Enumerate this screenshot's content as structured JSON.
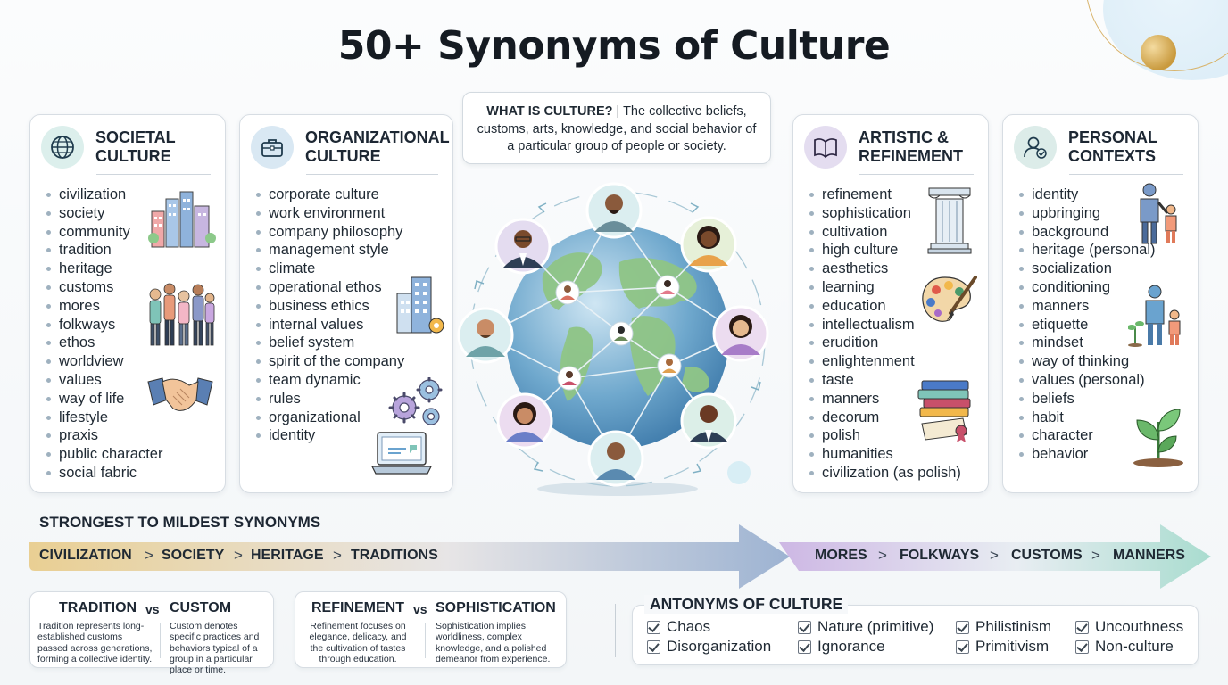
{
  "title": "50+ Synonyms of Culture",
  "what_is": {
    "label": "WHAT IS CULTURE?",
    "text": " | The collective beliefs, customs, arts, knowledge, and social behavior of a particular group of people or society."
  },
  "panels": [
    {
      "title_line1": "SOCIETAL",
      "title_line2": "CULTURE",
      "icon": "globe-icon",
      "items": [
        "civilization",
        "society",
        "community",
        "tradition",
        "heritage",
        "customs",
        "mores",
        "folkways",
        "ethos",
        "worldview",
        "values",
        "way of life",
        "lifestyle",
        "praxis",
        "public character",
        "social fabric"
      ]
    },
    {
      "title_line1": "ORGANIZATIONAL",
      "title_line2": "CULTURE",
      "icon": "briefcase-icon",
      "items": [
        "corporate culture",
        "work environment",
        "company philosophy",
        "management style",
        "climate",
        "operational ethos",
        "business ethics",
        "internal values",
        "belief system",
        "spirit of the company",
        "team dynamic",
        "rules",
        "organizational",
        "identity"
      ]
    },
    {
      "title_line1": "ARTISTIC &",
      "title_line2": "REFINEMENT",
      "icon": "book-icon",
      "items": [
        "refinement",
        "sophistication",
        "cultivation",
        "high culture",
        "aesthetics",
        "learning",
        "education",
        "intellectualism",
        "erudition",
        "enlightenment",
        "taste",
        "manners",
        "decorum",
        "polish",
        "humanities",
        "civilization (as polish)"
      ]
    },
    {
      "title_line1": "PERSONAL",
      "title_line2": "CONTEXTS",
      "icon": "person-icon",
      "items": [
        "identity",
        "upbringing",
        "background",
        "heritage (personal)",
        "socialization",
        "conditioning",
        "manners",
        "etiquette",
        "mindset",
        "way of thinking",
        "values (personal)",
        "beliefs",
        "habit",
        "character",
        "behavior"
      ]
    }
  ],
  "spectrum": {
    "label": "STRONGEST TO MILDEST SYNONYMS",
    "items": [
      "CIVILIZATION",
      "SOCIETY",
      "HERITAGE",
      "TRADITIONS",
      "MORES",
      "FOLKWAYS",
      "CUSTOMS",
      "MANNERS"
    ],
    "separator": ">"
  },
  "comparisons": [
    {
      "left_title": "TRADITION",
      "right_title": "CUSTOM",
      "vs": "vs",
      "left_text": "Tradition represents long-established customs passed across generations, forming a collective identity.",
      "right_text": "Custom denotes specific practices and behaviors typical of a group in a particular place or time."
    },
    {
      "left_title": "REFINEMENT",
      "right_title": "SOPHISTICATION",
      "vs": "vs",
      "left_text": "Refinement focuses on elegance, delicacy, and the cultivation of tastes through education.",
      "right_text": "Sophistication implies worldliness, complex knowledge, and a polished demeanor from experience."
    }
  ],
  "antonyms": {
    "title": "ANTONYMS OF CULTURE",
    "items": [
      "Chaos",
      "Disorganization",
      "Nature (primitive)",
      "Ignorance",
      "Philistinism",
      "Primitivism",
      "Uncouthness",
      "Non-culture"
    ]
  },
  "colors": {
    "societal_icon_bg": "#dcefec",
    "organizational_icon_bg": "#d9e8f3",
    "artistic_icon_bg": "#e4ddf0",
    "personal_icon_bg": "#dcece9",
    "spectrum_start": "#e9cf93",
    "spectrum_mid": "#9db3d2",
    "spectrum_end": "#a9dccf"
  }
}
